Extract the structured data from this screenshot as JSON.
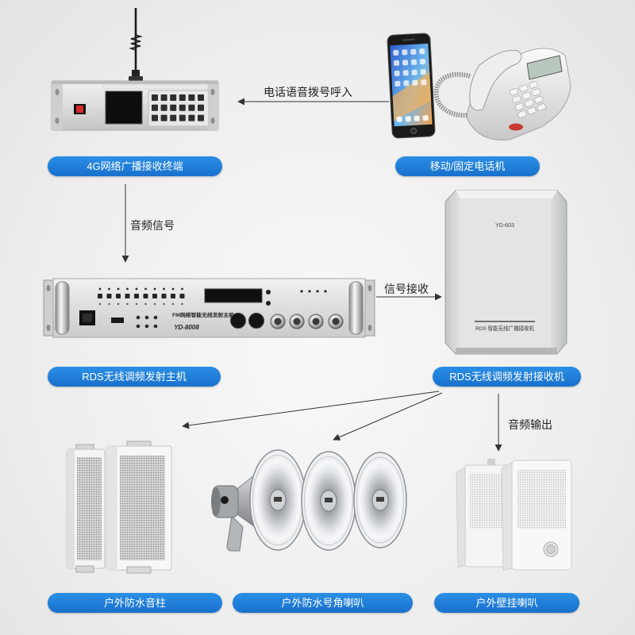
{
  "labels": {
    "receiver_terminal": "4G网络广播接收终端",
    "phones": "移动/固定电话机",
    "transmitter_host": "RDS无线调频发射主机",
    "transmitter_receiver": "RDS无线调频发射接收机",
    "column_speaker": "户外防水音柱",
    "horn_speaker": "户外防水号角喇叭",
    "wall_speaker": "户外壁挂喇叭"
  },
  "flows": {
    "phone_dial_in": "电话语音拨号呼入",
    "audio_signal": "音频信号",
    "signal_receive": "信号接收",
    "audio_output": "音频输出"
  },
  "devices": {
    "transmitter_panel_title": "FM网络智能无线发射主机",
    "transmitter_model": "YD-8008",
    "receiver_model": "YD-603",
    "receiver_caption": "RDS 智能无线广播接收机"
  },
  "icons": {
    "antenna": "antenna-icon",
    "mobile_phone": "mobile-phone-icon",
    "desk_phone": "desk-phone-icon"
  },
  "colors": {
    "pill_top": "#2b8fe6",
    "pill_bottom": "#1870cc",
    "pill_text": "#ffffff",
    "arrow": "#333333",
    "background": "#eeeeee"
  }
}
